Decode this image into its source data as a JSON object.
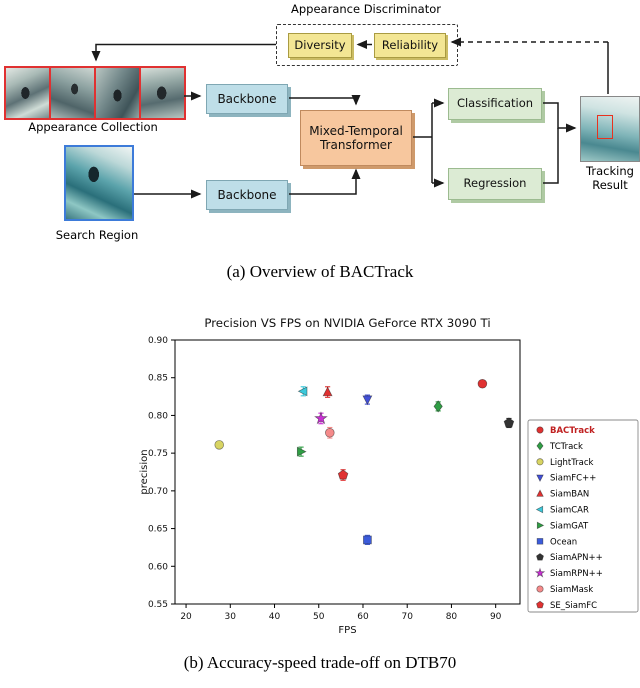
{
  "figure": {
    "caption_a": "(a) Overview of BACTrack",
    "caption_b": "(b) Accuracy-speed trade-off on DTB70"
  },
  "diagram": {
    "discriminator_title": "Appearance Discriminator",
    "diversity": "Diversity",
    "reliability": "Reliability",
    "appearance_collection_label": "Appearance Collection",
    "search_region_label": "Search Region",
    "backbone_top": "Backbone",
    "backbone_bottom": "Backbone",
    "transformer_line1": "Mixed-Temporal",
    "transformer_line2": "Transformer",
    "classification": "Classification",
    "regression": "Regression",
    "tracking_result_line1": "Tracking",
    "tracking_result_line2": "Result"
  },
  "chart_data": {
    "type": "scatter",
    "title": "Precision VS FPS on NVIDIA GeForce RTX 3090 Ti",
    "xlabel": "FPS",
    "ylabel": "precision",
    "xlim": [
      17.5,
      95.5
    ],
    "ylim": [
      0.55,
      0.9
    ],
    "xticks": [
      20,
      30,
      40,
      50,
      60,
      70,
      80,
      90
    ],
    "yticks": [
      0.55,
      0.6,
      0.65,
      0.7,
      0.75,
      0.8,
      0.85,
      0.9
    ],
    "grid": false,
    "legend_position": "right-outside",
    "series": [
      {
        "name": "BACTrack",
        "x": 87,
        "y": 0.842,
        "yerr": 0.004,
        "marker": "circle",
        "color": "#e03131",
        "bold": true
      },
      {
        "name": "TCTrack",
        "x": 77,
        "y": 0.812,
        "yerr": 0.006,
        "marker": "diamond",
        "color": "#2f9e44"
      },
      {
        "name": "LightTrack",
        "x": 27.5,
        "y": 0.761,
        "yerr": 0.004,
        "marker": "circle",
        "color": "#d8d463"
      },
      {
        "name": "SiamFC++",
        "x": 61,
        "y": 0.821,
        "yerr": 0.006,
        "marker": "triangle-down",
        "color": "#4250d8"
      },
      {
        "name": "SiamBAN",
        "x": 52,
        "y": 0.831,
        "yerr": 0.007,
        "marker": "triangle-up",
        "color": "#e03131"
      },
      {
        "name": "SiamCAR",
        "x": 46.5,
        "y": 0.832,
        "yerr": 0.006,
        "marker": "triangle-left",
        "color": "#3bc9db"
      },
      {
        "name": "SiamGAT",
        "x": 46,
        "y": 0.752,
        "yerr": 0.006,
        "marker": "triangle-right",
        "color": "#2f9e44"
      },
      {
        "name": "Ocean",
        "x": 61,
        "y": 0.635,
        "yerr": 0.006,
        "marker": "square",
        "color": "#3b5bdb"
      },
      {
        "name": "SiamAPN++",
        "x": 93,
        "y": 0.79,
        "yerr": 0.006,
        "marker": "pentagon",
        "color": "#333333"
      },
      {
        "name": "SiamRPN++",
        "x": 50.5,
        "y": 0.796,
        "yerr": 0.007,
        "marker": "star",
        "color": "#c92fd4"
      },
      {
        "name": "SiamMask",
        "x": 52.5,
        "y": 0.777,
        "yerr": 0.007,
        "marker": "circle",
        "color": "#f58a8a"
      },
      {
        "name": "SE_SiamFC",
        "x": 55.5,
        "y": 0.721,
        "yerr": 0.007,
        "marker": "pentagon",
        "color": "#e03131"
      }
    ]
  }
}
